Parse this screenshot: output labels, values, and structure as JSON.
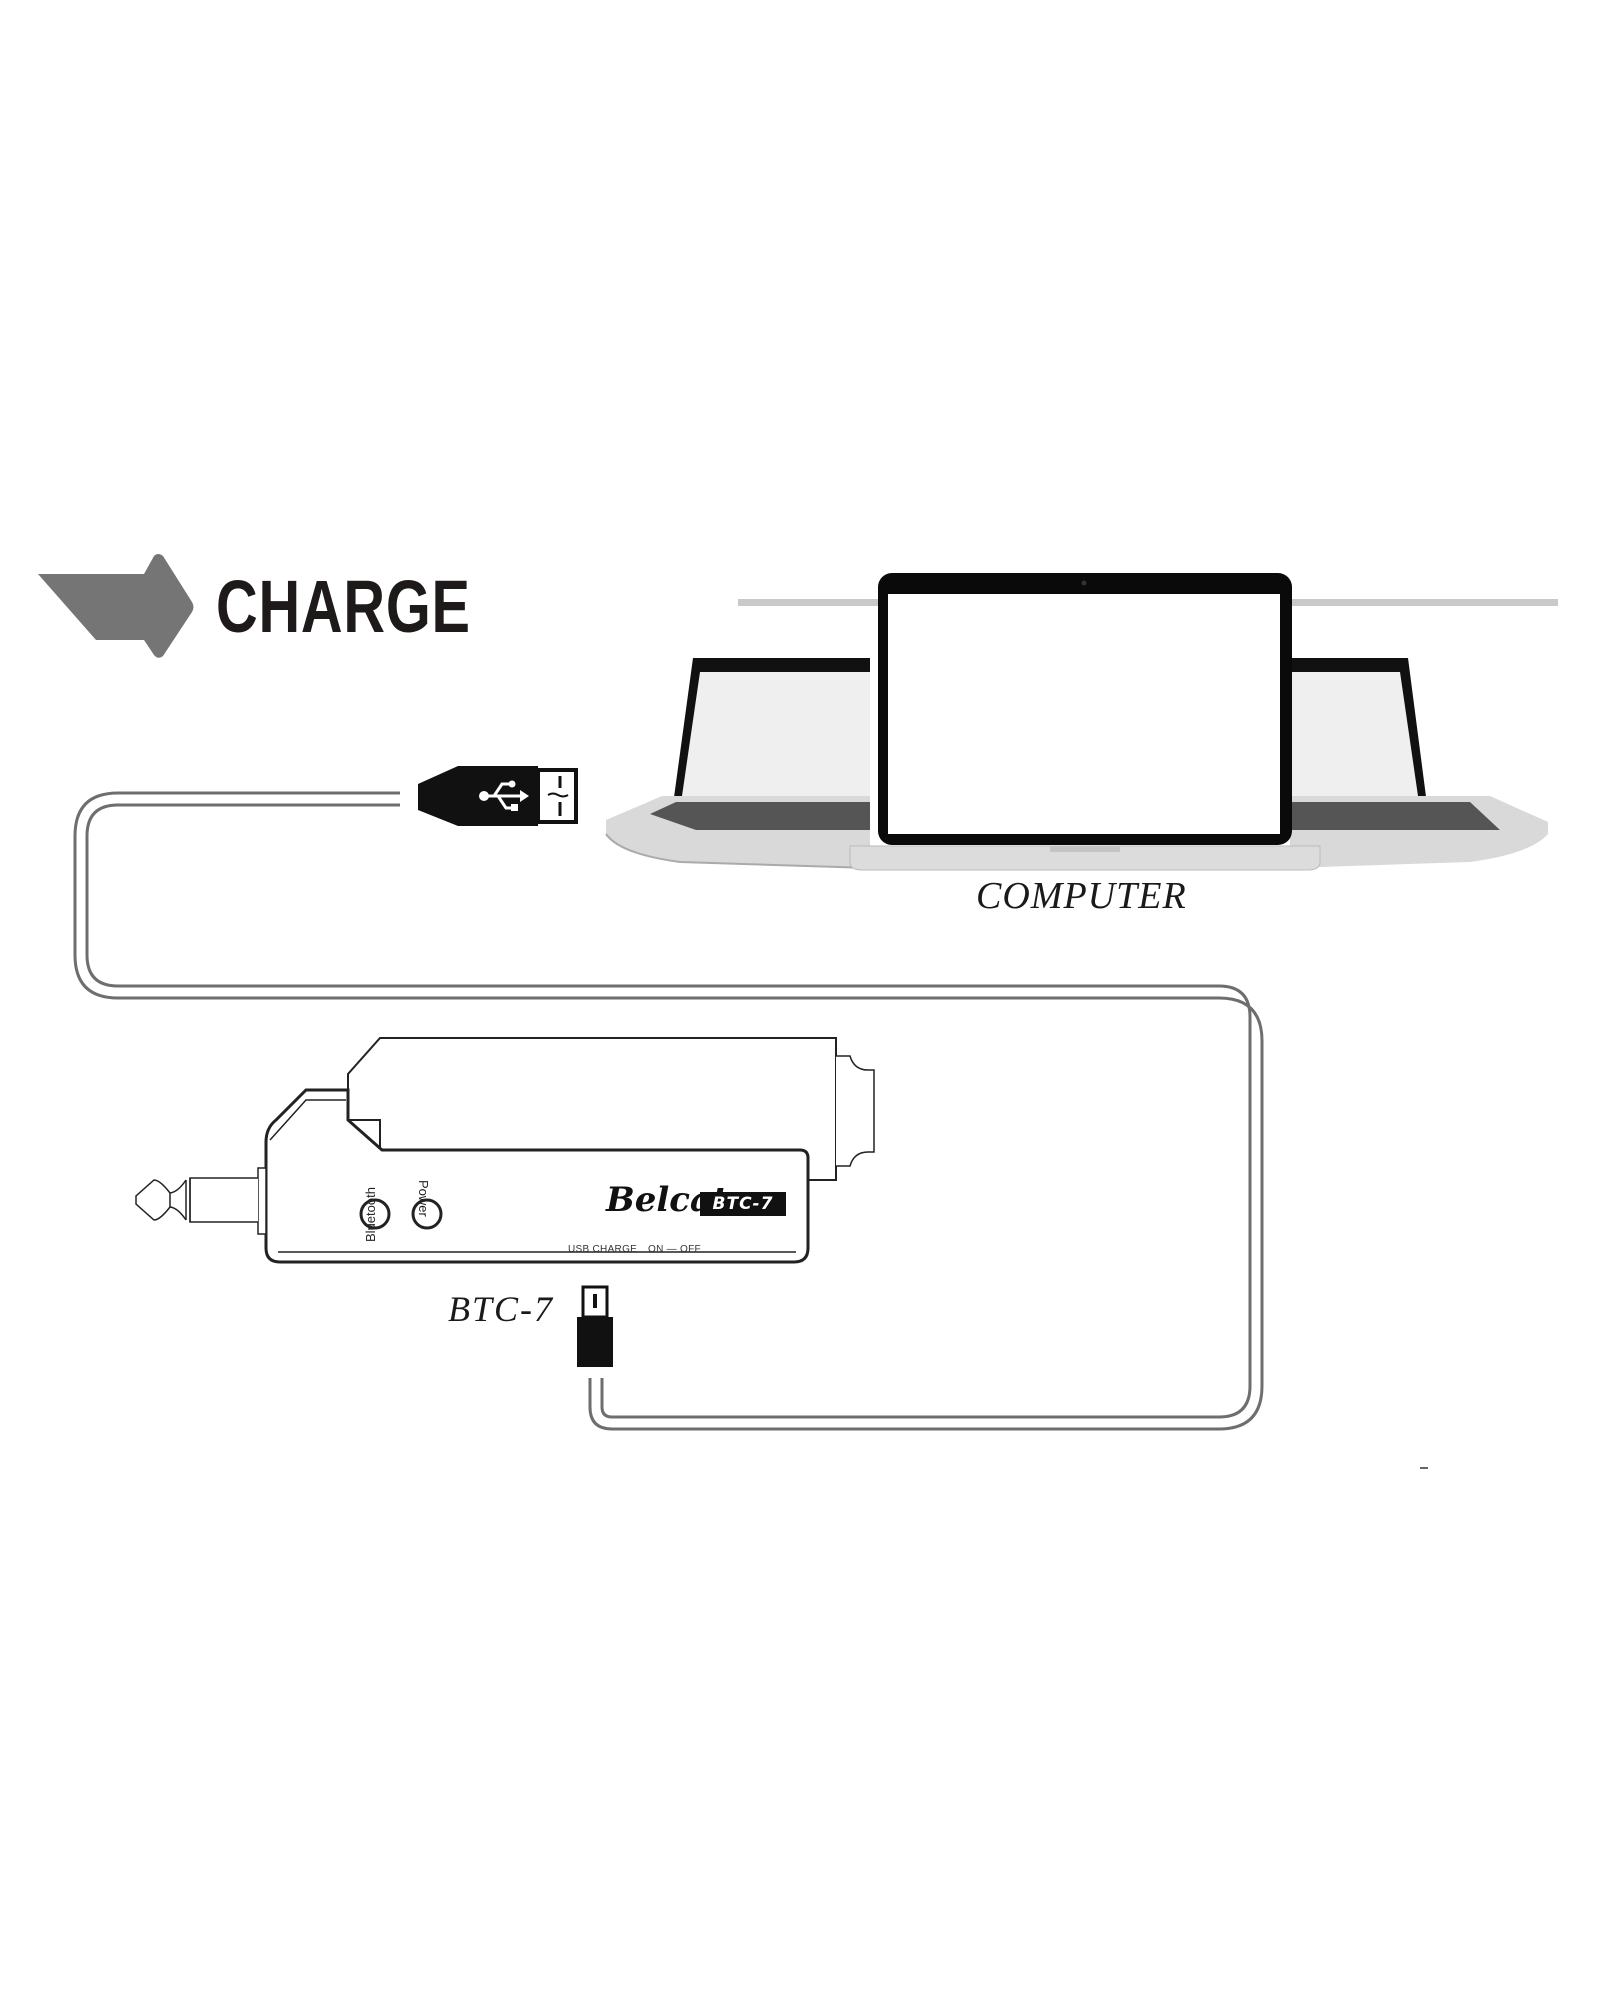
{
  "header": {
    "title": "CHARGE",
    "arrow_icon": "right-arrow-icon",
    "arrow_color": "#757575"
  },
  "computer": {
    "label": "COMPUTER",
    "count": 3,
    "icon": "laptop-icon"
  },
  "cable": {
    "connector_a": "usb-a-plug-icon",
    "connector_b": "micro-usb-plug-icon",
    "usb_symbol": "usb-icon"
  },
  "device": {
    "label": "BTC-7",
    "brand": "Belcat",
    "model_badge": "BTC-7",
    "indicators": [
      {
        "label": "Bluetooth"
      },
      {
        "label": "Power"
      }
    ],
    "port_label": "USB CHARGE",
    "switch_label": "ON — OFF",
    "plug_icon": "quarter-inch-jack-icon"
  }
}
